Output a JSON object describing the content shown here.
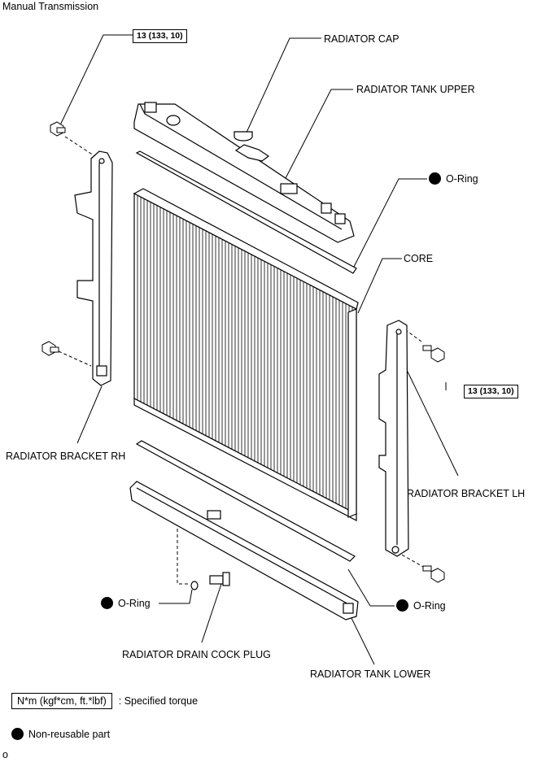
{
  "header": {
    "title": "Manual Transmission"
  },
  "labels": {
    "radiator_cap": "RADIATOR CAP",
    "radiator_tank_upper": "RADIATOR TANK UPPER",
    "o_ring_upper": "O-Ring",
    "core": "CORE",
    "radiator_bracket_rh": "RADIATOR BRACKET RH",
    "radiator_bracket_lh": "RADIATOR BRACKET LH",
    "o_ring_drain": "O-Ring",
    "o_ring_lower": "O-Ring",
    "radiator_drain_cock_plug": "RADIATOR DRAIN COCK PLUG",
    "radiator_tank_lower": "RADIATOR TANK LOWER"
  },
  "torque": {
    "rh": "13 (133, 10)",
    "lh": "13 (133, 10)"
  },
  "legend": {
    "torque_unit": "N*m (kgf*cm, ft.*lbf)",
    "torque_desc": ": Specified torque",
    "nonreusable_desc": "Non-reusable part"
  },
  "footer": {
    "code": "o"
  }
}
